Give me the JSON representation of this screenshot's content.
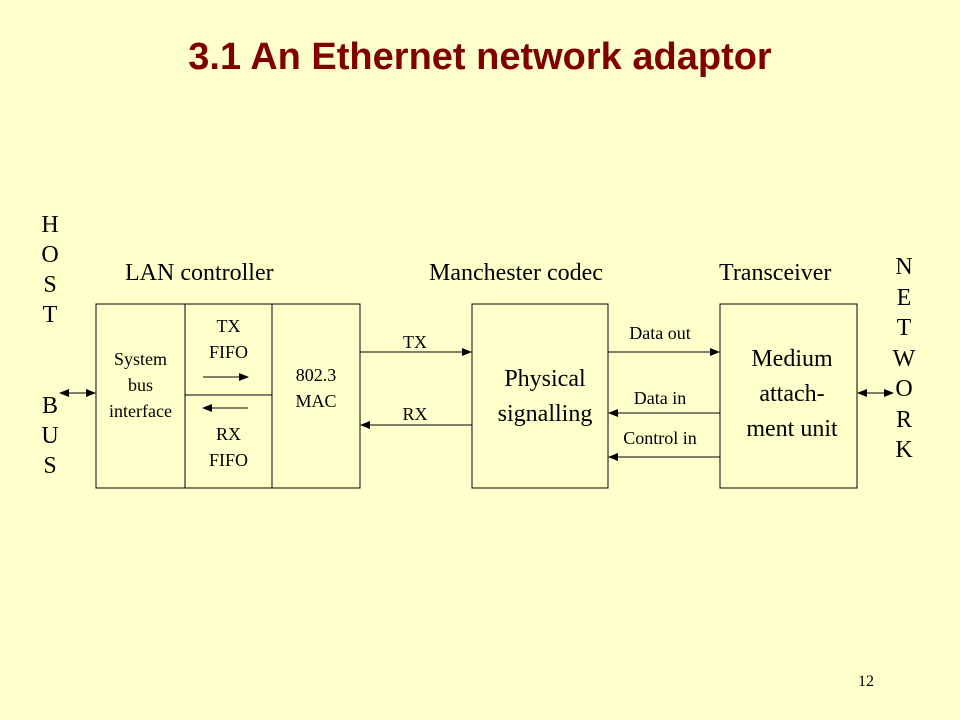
{
  "slide": {
    "title": "3.1 An Ethernet network adaptor",
    "page_number": "12"
  },
  "host_bus": {
    "letters": [
      "H",
      "O",
      "S",
      "T",
      "",
      "B",
      "U",
      "S"
    ]
  },
  "network": {
    "letters": [
      "N",
      "E",
      "T",
      "W",
      "O",
      "R",
      "K"
    ]
  },
  "headers": {
    "lan_controller": "LAN controller",
    "manchester_codec": "Manchester codec",
    "transceiver": "Transceiver"
  },
  "blocks": {
    "system_bus_interface": [
      "System",
      "bus",
      "interface"
    ],
    "tx_fifo": [
      "TX",
      "FIFO"
    ],
    "rx_fifo": [
      "RX",
      "FIFO"
    ],
    "mac": [
      "802.3",
      "MAC"
    ],
    "physical_signalling": [
      "Physical",
      "signalling"
    ],
    "medium_attachment_unit": [
      "Medium",
      "attach-",
      "ment unit"
    ]
  },
  "signals": {
    "tx": "TX",
    "rx": "RX",
    "data_out": "Data out",
    "data_in": "Data in",
    "control_in": "Control in"
  }
}
